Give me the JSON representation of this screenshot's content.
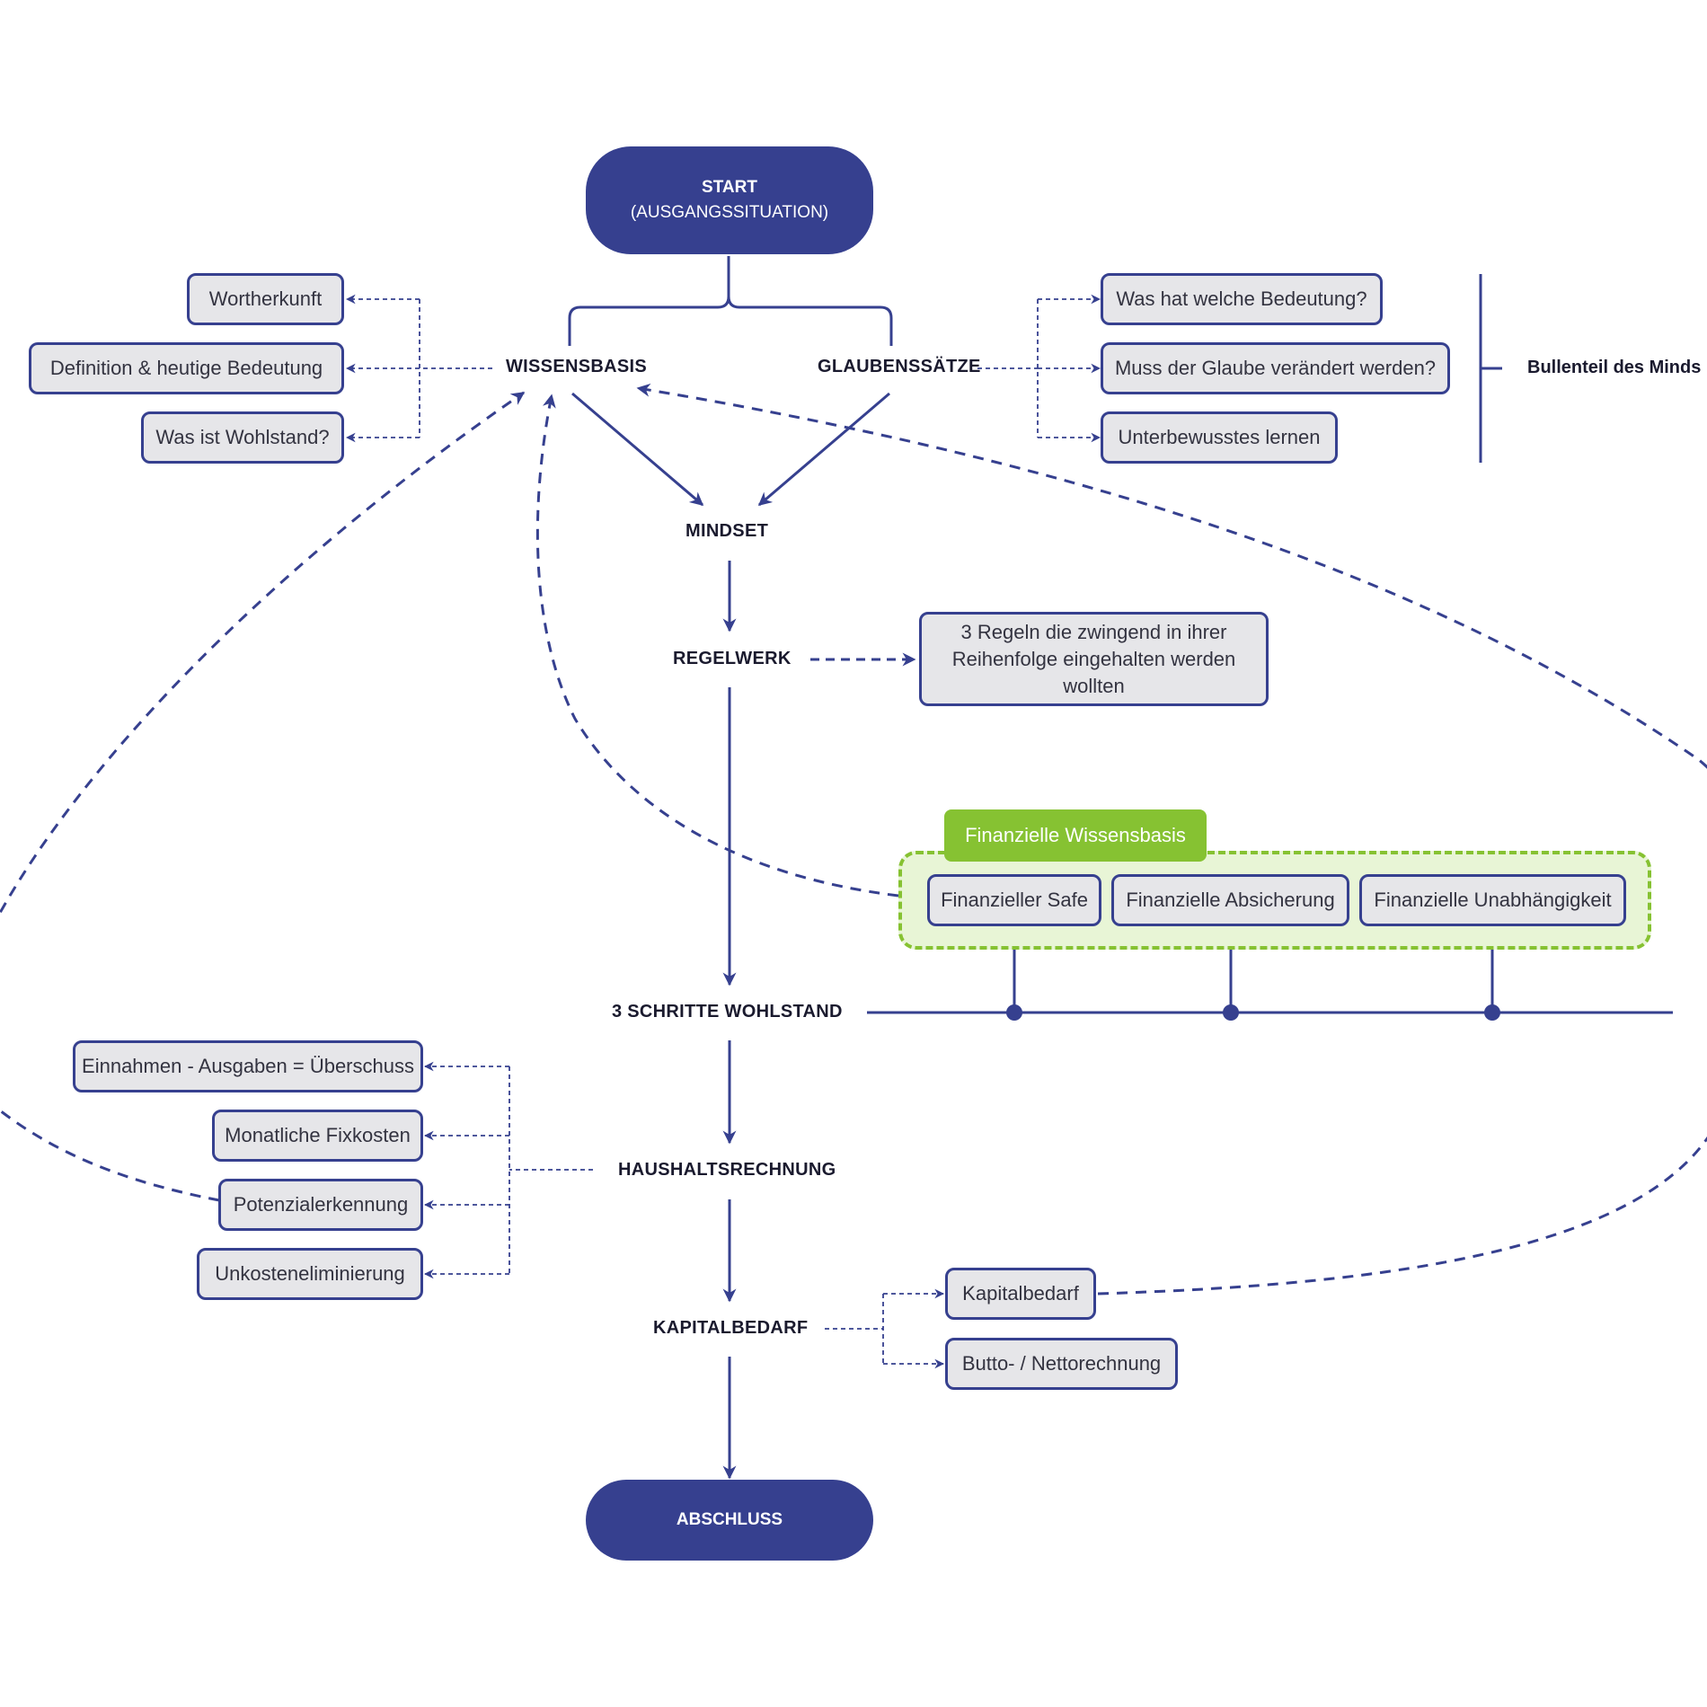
{
  "colors": {
    "primary": "#36408f",
    "box_fill": "#e6e6e9",
    "green": "#86c232",
    "green_fill": "#e8f5d6"
  },
  "start": {
    "title": "START",
    "subtitle": "(AUSGANGSSITUATION)"
  },
  "end": {
    "title": "ABSCHLUSS"
  },
  "nodes": {
    "wissensbasis": "WISSENSBASIS",
    "glaubenssaetze": "GLAUBENSSÄTZE",
    "mindset": "MINDSET",
    "regelwerk": "REGELWERK",
    "schritte": "3 SCHRITTE WOHLSTAND",
    "haushalt": "HAUSHALTSRECHNUNG",
    "kapital": "KAPITALBEDARF"
  },
  "wissensbasis_items": [
    "Wortherkunft",
    "Definition & heutige Bedeutung",
    "Was ist Wohlstand?"
  ],
  "glaubens_items": [
    "Was hat welche Bedeutung?",
    "Muss der Glaube verändert werden?",
    "Unterbewusstes lernen"
  ],
  "glaubens_bracket_label": "Bullenteil des Minds",
  "regelwerk_note": "3 Regeln die zwingend in ihrer Reihenfolge eingehalten werden wollten",
  "finanz_group": {
    "label": "Finanzielle Wissensbasis",
    "items": [
      "Finanzieller Safe",
      "Finanzielle Absicherung",
      "Finanzielle Unabhängigkeit"
    ]
  },
  "haushalt_items": [
    "Einnahmen - Ausgaben = Überschuss",
    "Monatliche Fixkosten",
    "Potenzialerkennung",
    "Unkosteneliminierung"
  ],
  "kapital_items": [
    "Kapitalbedarf",
    "Butto- / Nettorechnung"
  ]
}
